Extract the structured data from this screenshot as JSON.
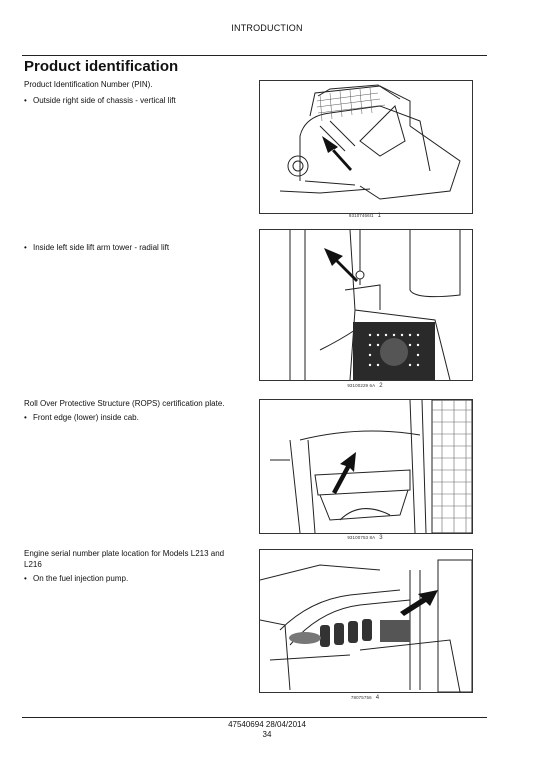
{
  "header": {
    "section": "INTRODUCTION"
  },
  "page": {
    "title": "Product identification",
    "pin_intro": "Product Identification Number (PIN).",
    "items": [
      {
        "text": "Outside right side of chassis - vertical lift"
      },
      {
        "text": "Inside left side lift arm tower - radial lift"
      }
    ],
    "rops_intro": "Roll Over Protective Structure (ROPS) certification plate.",
    "rops_item": "Front edge (lower) inside cab.",
    "engine_intro": "Engine serial number plate location for Models L213 and L216",
    "engine_item": "On the fuel injection pump."
  },
  "figures": [
    {
      "code": "93107466I1",
      "number": "1"
    },
    {
      "code": "93100229 6A",
      "number": "2"
    },
    {
      "code": "93100753 8A",
      "number": "3"
    },
    {
      "code": "78075756",
      "number": "4"
    }
  ],
  "footer": {
    "doc": "47540694 28/04/2014",
    "page_number": "34"
  }
}
